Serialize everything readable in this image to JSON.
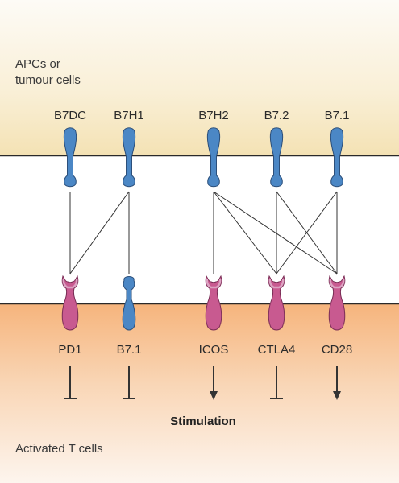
{
  "top_region": {
    "label_line1": "APCs or",
    "label_line2": "tumour cells"
  },
  "bottom_region": {
    "label": "Activated T cells"
  },
  "ligands": [
    {
      "name": "B7DC"
    },
    {
      "name": "B7H1"
    },
    {
      "name": "B7H2"
    },
    {
      "name": "B7.2"
    },
    {
      "name": "B7.1"
    }
  ],
  "receptors": [
    {
      "name": "PD1",
      "type": "cup",
      "signal": "inhibitory"
    },
    {
      "name": "B7.1",
      "type": "round",
      "signal": "inhibitory"
    },
    {
      "name": "ICOS",
      "type": "cup",
      "signal": "stimulatory"
    },
    {
      "name": "CTLA4",
      "type": "cup",
      "signal": "inhibitory"
    },
    {
      "name": "CD28",
      "type": "cup",
      "signal": "stimulatory"
    }
  ],
  "interactions": [
    [
      "B7DC",
      "PD1"
    ],
    [
      "B7H1",
      "PD1"
    ],
    [
      "B7H1",
      "B7.1"
    ],
    [
      "B7H2",
      "ICOS"
    ],
    [
      "B7H2",
      "CTLA4"
    ],
    [
      "B7H2",
      "CD28"
    ],
    [
      "B7.2",
      "CTLA4"
    ],
    [
      "B7.2",
      "CD28"
    ],
    [
      "B7.1",
      "CTLA4"
    ],
    [
      "B7.1",
      "CD28"
    ]
  ],
  "stimulation_label": "Stimulation",
  "colors": {
    "top_bg_light": "#fdfaf3",
    "top_bg_dark": "#f6e6bd",
    "bottom_bg_top": "#f8ba82",
    "bottom_bg_light": "#fdf4ec",
    "ligand_blue": "#4b87c5",
    "receptor_pink": "#c85a90",
    "receptor_pink_light": "#dca2c2",
    "membrane_line": "#2a2a2a",
    "text": "#2b2b2b"
  }
}
